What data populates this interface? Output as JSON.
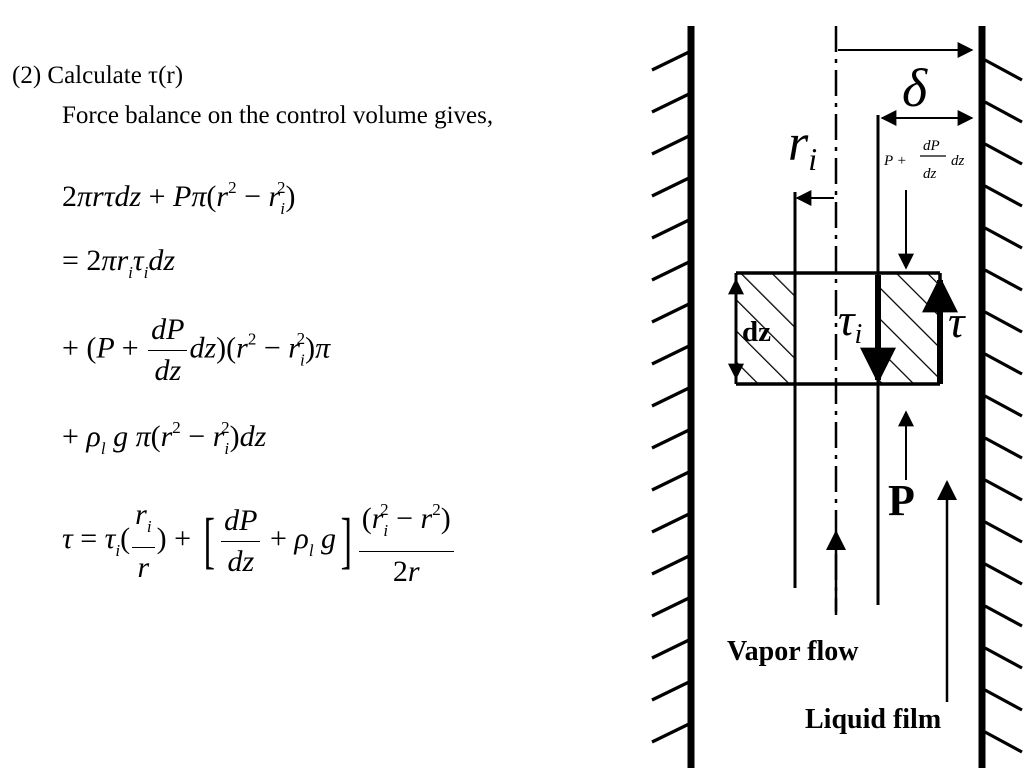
{
  "slide": {
    "heading": "(2) Calculate τ(r)",
    "subheading": "Force balance on the control volume gives,"
  },
  "equations": {
    "eq1": "2πrτdz + Pπ(r² − rᵢ²)",
    "eq2": "= 2πrᵢτᵢdz",
    "eq3": "+ (P + (dP/dz)dz)(r² − rᵢ²)π",
    "eq4": "+ ρₗgπ(r² − rᵢ²)dz",
    "eq5": "τ = τᵢ(rᵢ/r) + [dP/dz + ρₗg](rᵢ² − r²)/(2r)"
  },
  "diagram": {
    "delta_label": "δ",
    "ri_main": "r",
    "ri_sub": "i",
    "pressure_top_label": "P + (dP/dz) dz",
    "tau_i_main": "τ",
    "tau_i_sub": "i",
    "tau_label": "τ",
    "dz_label": "dz",
    "p_label": "P",
    "vapor_flow_label": "Vapor flow",
    "liquid_film_label": "Liquid film"
  }
}
